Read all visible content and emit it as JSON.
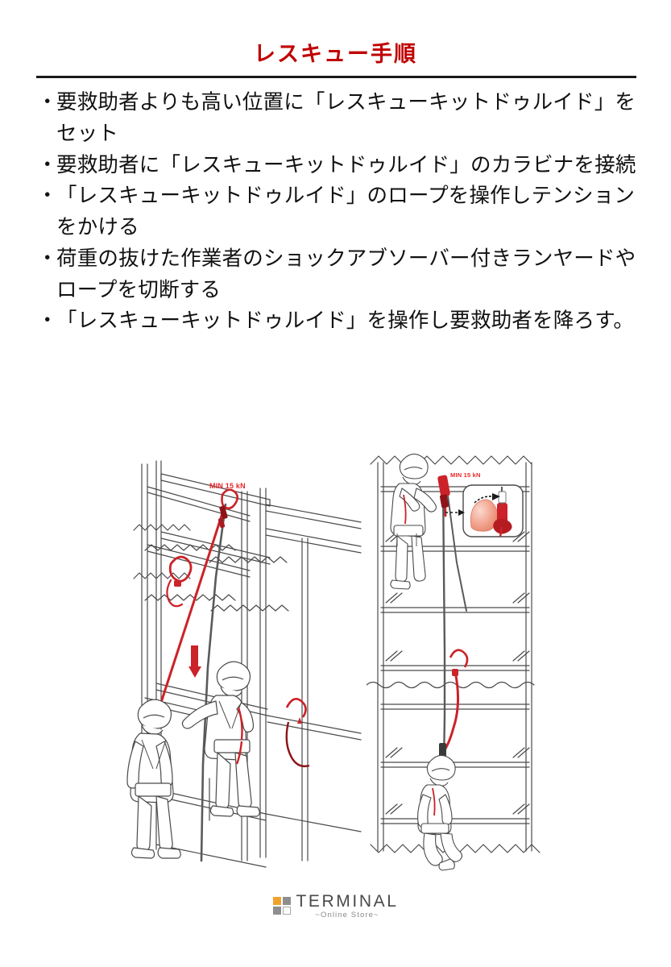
{
  "document": {
    "title": "レスキュー手順",
    "title_color": "#c00000",
    "background_color": "#ffffff",
    "rule_color": "#1a1a1a"
  },
  "bullets": [
    {
      "marker": "・",
      "text": "要救助者よりも高い位置に「レスキューキットドゥルイド」をセット"
    },
    {
      "marker": "・",
      "text": "要救助者に「レスキューキットドゥルイド」のカラビナを接続"
    },
    {
      "marker": "・",
      "text": "「レスキューキットドゥルイド」のロープを操作しテンションをかける"
    },
    {
      "marker": "・",
      "text": "荷重の抜けた作業者のショックアブソーバー付きランヤードやロープを切断する"
    },
    {
      "marker": "・",
      "text": "「レスキューキットドゥルイド」を操作し要救助者を降ろす。"
    }
  ],
  "figures": {
    "left": {
      "name": "scaffold-rescue-setup-illustration",
      "kn_label": "MIN 15 kN",
      "accent_color": "#cc2229",
      "line_color": "#4a4a4a",
      "description": "Two workers on scaffolding: suspended casualty and rescuer, anchor carabiner, red descender rope, downward red arrow"
    },
    "right": {
      "name": "scaffold-lowering-illustration",
      "kn_label": "MIN 15 kN",
      "inset_label": "",
      "accent_color": "#cc2229",
      "line_color": "#4a4a4a",
      "description": "Tall scaffold elevation: rescuer at top operating descender with hand-grip detail inset, casualty being lowered below"
    }
  },
  "footer": {
    "logo_word": "TERMINAL",
    "logo_sub": "~Online Store~",
    "mark_colors": {
      "top_left": "#f0a32c",
      "top_right": "#8e8e8e",
      "bottom_left": "#8e8e8e",
      "bottom_right": "#ffffff"
    }
  }
}
